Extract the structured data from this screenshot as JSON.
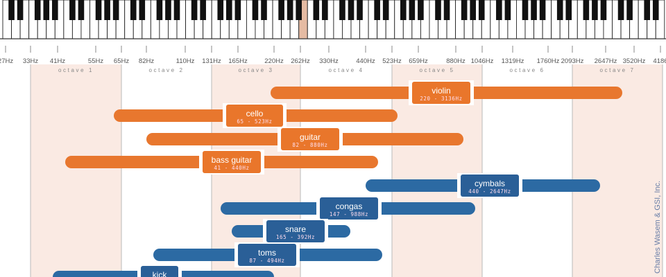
{
  "keyboard": {
    "highlight_index": 34
  },
  "frequency_axis": {
    "labels": [
      "27Hz",
      "33Hz",
      "41Hz",
      "55Hz",
      "65Hz",
      "82Hz",
      "110Hz",
      "131Hz",
      "165Hz",
      "220Hz",
      "262Hz",
      "330Hz",
      "440Hz",
      "523Hz",
      "659Hz",
      "880Hz",
      "1046Hz",
      "1319Hz",
      "1760Hz",
      "2093Hz",
      "2647Hz",
      "3520Hz",
      "4186"
    ]
  },
  "octaves": [
    "octave 1",
    "octave 2",
    "octave 3",
    "octave 4",
    "octave 5",
    "octave 6",
    "octave 7"
  ],
  "colors": {
    "string": "#e8772e",
    "string_label": "#e9762b",
    "percussion": "#2c6aa3",
    "percussion_label": "#2a5f97",
    "band_shade": "#faeae3",
    "key_highlight": "#e5bba3"
  },
  "instruments": [
    {
      "name": "violin",
      "range": "220 - 3136Hz",
      "family": "string"
    },
    {
      "name": "cello",
      "range": "65 - 523Hz",
      "family": "string"
    },
    {
      "name": "guitar",
      "range": "82 - 880Hz",
      "family": "string"
    },
    {
      "name": "bass guitar",
      "range": "41 - 440Hz",
      "family": "string"
    },
    {
      "name": "cymbals",
      "range": "440 - 2647Hz",
      "family": "percussion"
    },
    {
      "name": "congas",
      "range": "147 - 988Hz",
      "family": "percussion"
    },
    {
      "name": "snare",
      "range": "165 - 392Hz",
      "family": "percussion"
    },
    {
      "name": "toms",
      "range": "87 - 494Hz",
      "family": "percussion"
    },
    {
      "name": "kick",
      "range": "",
      "family": "percussion"
    }
  ],
  "credit": "Charles Wasem & GSI, Inc."
}
